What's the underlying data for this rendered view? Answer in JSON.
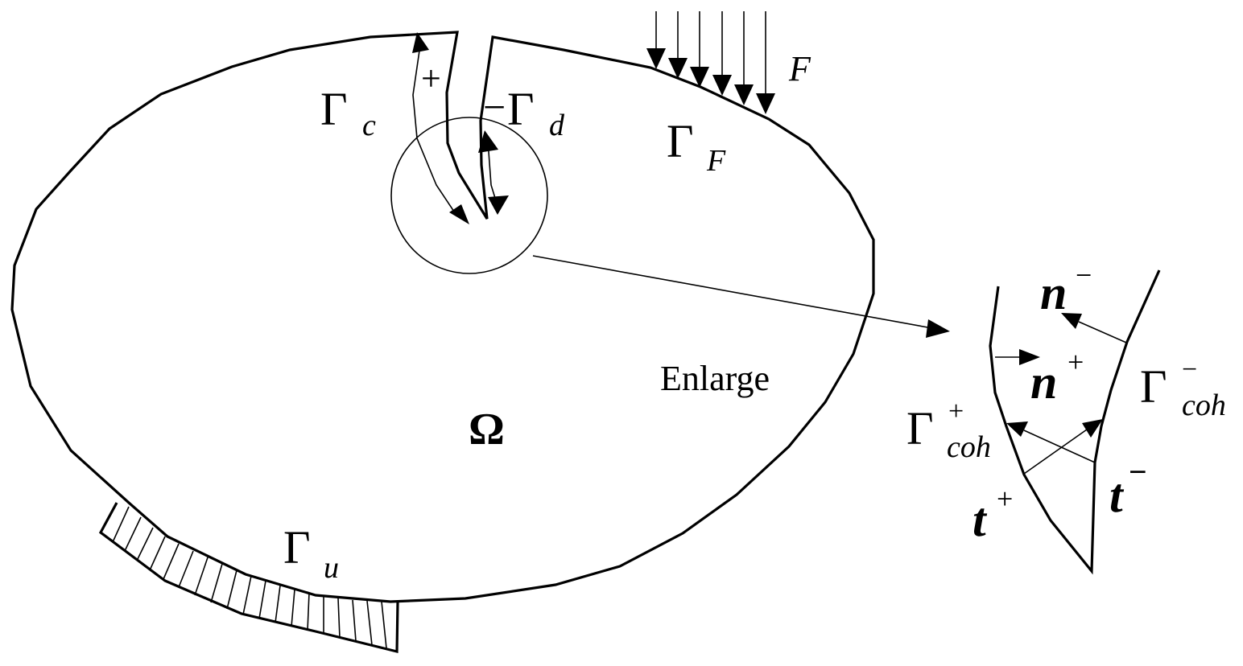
{
  "labels": {
    "gamma": "Γ",
    "gamma_c_sub": "c",
    "gamma_d_sub": "d",
    "gamma_F_sub": "F",
    "gamma_u_sub": "u",
    "plus": "+",
    "minus": "−",
    "force": "F",
    "omega": "Ω",
    "enlarge": "Enlarge",
    "coh_sub": "coh",
    "n": "n",
    "t": "t",
    "sup_plus": "+",
    "sup_minus": "−"
  }
}
